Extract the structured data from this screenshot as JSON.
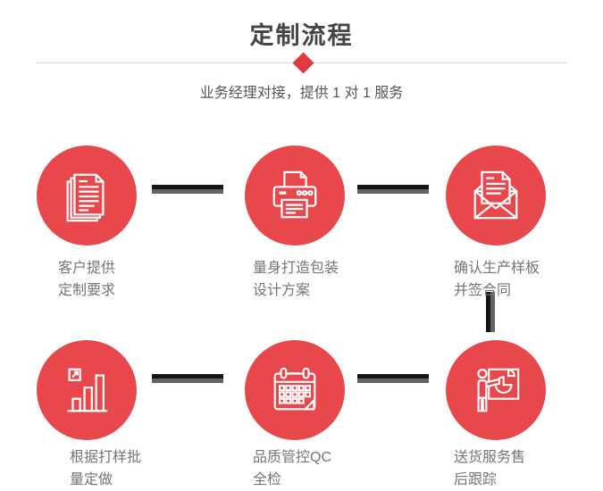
{
  "header": {
    "title": "定制流程",
    "subtitle": "业务经理对接，提供 1 对 1 服务"
  },
  "colors": {
    "accent_red": "#e8484c",
    "diamond_red": "#e03a3f",
    "connector_dark": "#151515",
    "connector_gray": "#636363",
    "title_text": "#454545",
    "subtitle_text": "#555555",
    "label_text": "#757575",
    "divider_gray": "#d8d8d8"
  },
  "steps": [
    {
      "icon": "documents-icon",
      "line1": "客户提供",
      "line2": "定制要求"
    },
    {
      "icon": "printer-icon",
      "line1": "量身打造包装",
      "line2": "设计方案"
    },
    {
      "icon": "envelope-icon",
      "line1": "确认生产样板",
      "line2": "并签合同"
    },
    {
      "icon": "bar-chart-icon",
      "line1": "根据打样批",
      "line2": "量定做"
    },
    {
      "icon": "calendar-icon",
      "line1": "品质管控QC",
      "line2": "全检"
    },
    {
      "icon": "presentation-icon",
      "line1": "送货服务售",
      "line2": "后跟踪"
    }
  ]
}
